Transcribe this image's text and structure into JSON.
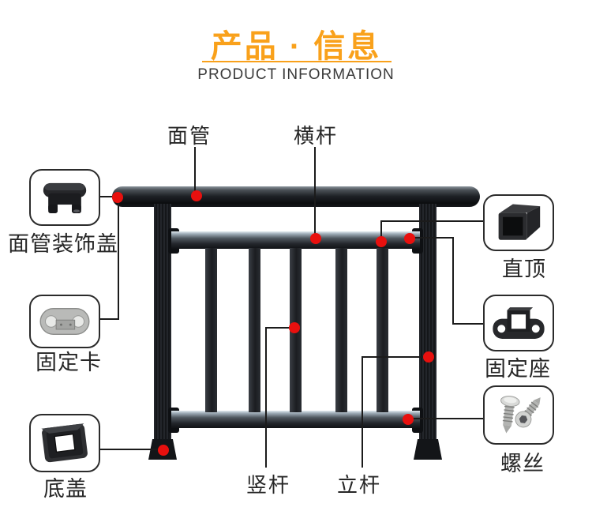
{
  "header": {
    "title": "产品 · 信息",
    "subtitle": "PRODUCT INFORMATION",
    "accent_color": "#F9A11B"
  },
  "callouts": {
    "top": [
      {
        "label": "面管"
      },
      {
        "label": "横杆"
      }
    ],
    "bottom": [
      {
        "label": "竖杆"
      },
      {
        "label": "立杆"
      }
    ],
    "left": [
      {
        "label": "面管装饰盖",
        "icon": "rail-end-cover-icon"
      },
      {
        "label": "固定卡",
        "icon": "fixing-clip-icon"
      },
      {
        "label": "底盖",
        "icon": "base-cover-icon"
      }
    ],
    "right": [
      {
        "label": "直顶",
        "icon": "straight-cap-icon"
      },
      {
        "label": "固定座",
        "icon": "fixing-seat-icon"
      },
      {
        "label": "螺丝",
        "icon": "screws-icon"
      }
    ]
  },
  "colors": {
    "marker": "#E8100E",
    "leader_line": "#1B1B1B",
    "railing": "#1A1C20"
  }
}
